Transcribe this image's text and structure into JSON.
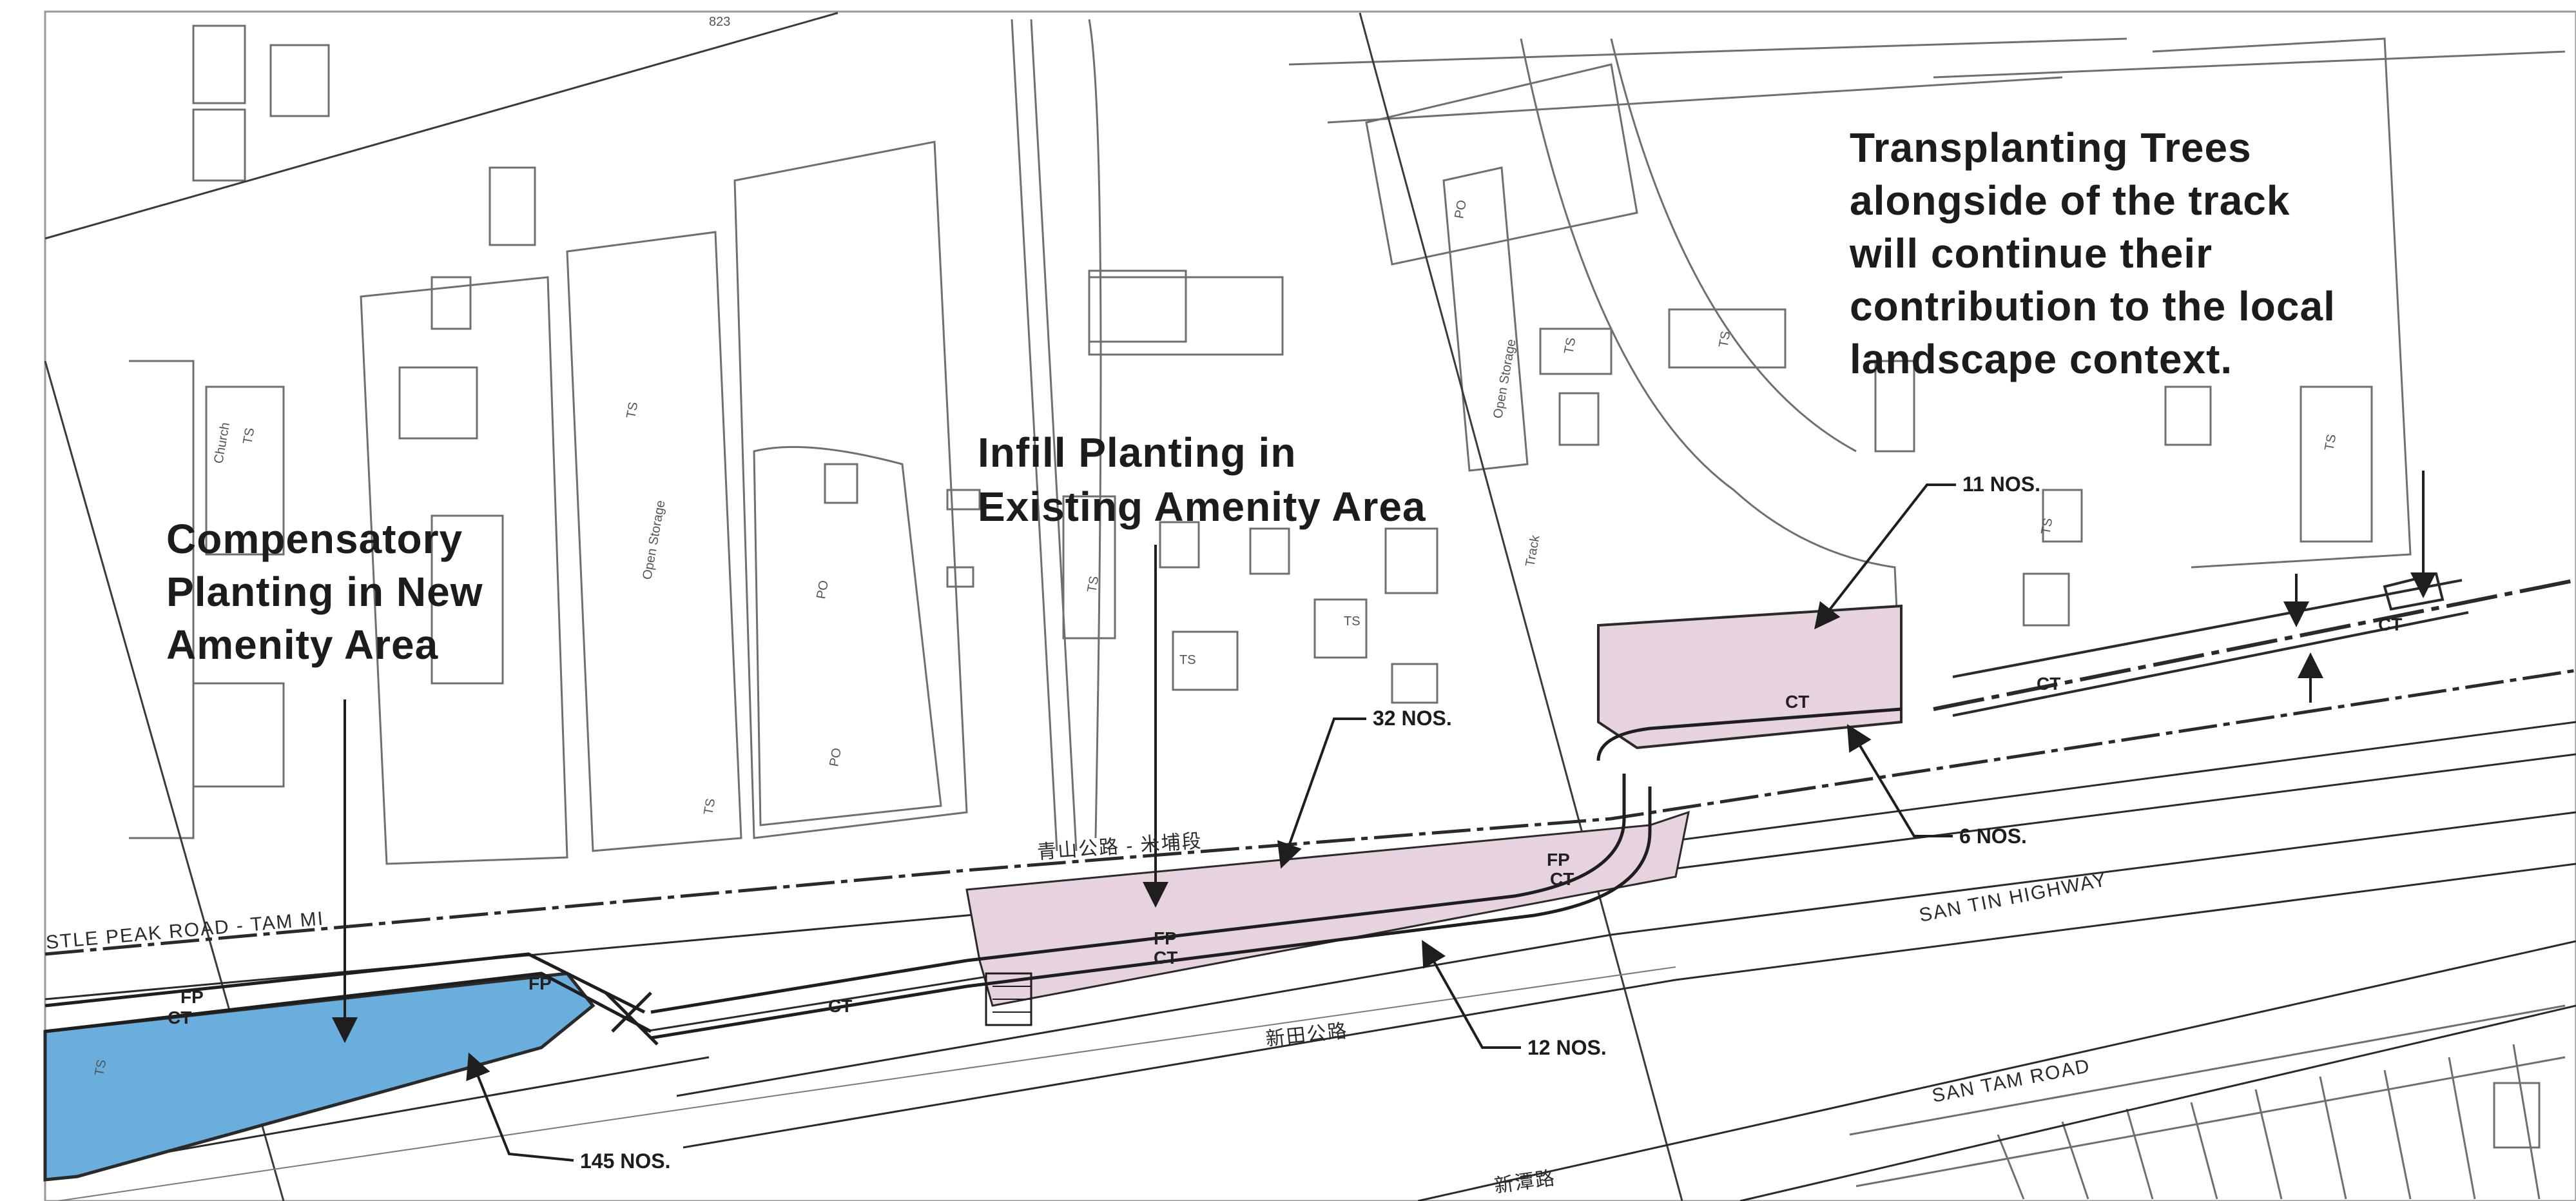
{
  "map": {
    "colors": {
      "new_amenity_area": "#6aaedd",
      "existing_amenity_area": "#e6d3df",
      "line": "#2a2a2a",
      "thin_line": "#7a7a7a",
      "background": "#ffffff"
    },
    "callouts": {
      "compensatory": "Compensatory\nPlanting in New\nAmenity Area",
      "infill": "Infill Planting in\nExisting Amenity Area",
      "transplant": "Transplanting Trees\nalongside of the track\nwill continue their\ncontribution to the local\nlandscape context."
    },
    "quantities": {
      "q145": "145 NOS.",
      "q32": "32 NOS.",
      "q12": "12 NOS.",
      "q11": "11 NOS.",
      "q6": "6 NOS."
    },
    "roads": {
      "castle_peak": "STLE PEAK ROAD - TAM MI",
      "castle_peak_cn": "青山公路 - 米埔段",
      "san_tin_highway": "SAN TIN HIGHWAY",
      "san_tin_cn": "新田公路",
      "san_tam_road": "SAN TAM ROAD",
      "san_tam_cn": "新潭路"
    },
    "labels": {
      "ts": "TS",
      "po": "PO",
      "ct": "CT",
      "fp": "FP",
      "open_storage": "Open Storage",
      "church": "Church",
      "track": "Track",
      "coord_top": "823"
    }
  }
}
